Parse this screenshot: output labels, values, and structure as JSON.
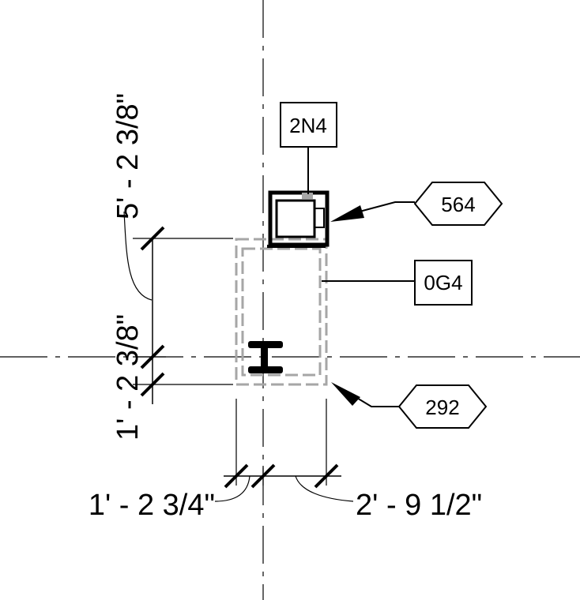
{
  "tags": {
    "top_box": "2N4",
    "hex_upper": "564",
    "box_right": "0G4",
    "hex_lower": "292"
  },
  "dimensions": {
    "vertical_upper": "5' - 2 3/8\"",
    "vertical_lower": "1' - 2 3/8\"",
    "horizontal_left": "1' - 2 3/4\"",
    "horizontal_right": "2' - 9 1/2\""
  },
  "colors": {
    "line": "#000000",
    "hidden_outline": "#a6a6a6"
  }
}
